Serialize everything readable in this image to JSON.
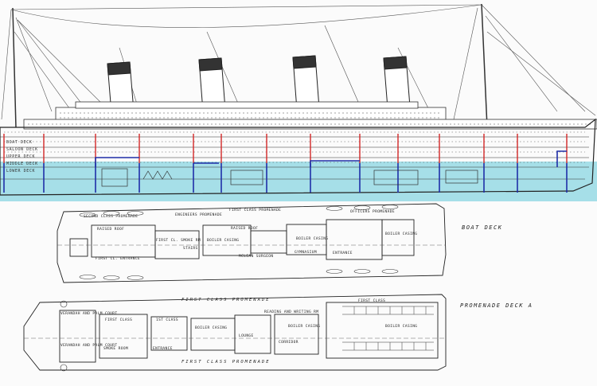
{
  "profile": {
    "deck_labels": [
      "BOAT DECK",
      "SALOON DECK",
      "UPPER DECK",
      "MIDDLE DECK",
      "LOWER DECK"
    ],
    "colors": {
      "waterline": "#a6dfe8",
      "bulkhead_above": "#d32626",
      "bulkhead_below": "#1f2ea8",
      "ink": "#2a2a2a"
    }
  },
  "boat_deck": {
    "title": "BOAT DECK",
    "promenade_labels": [
      "SECOND CLASS PROMENADE",
      "ENGINEERS PROMENADE",
      "FIRST CLASS PROMENADE",
      "OFFICERS PROMENADE"
    ],
    "room_labels": [
      "RAISED ROOF",
      "RAISED ROOF",
      "BOILER CASING",
      "BOILER CASING",
      "GYMNASIUM",
      "ENTRANCE",
      "FIRST CL. ENTRANCE",
      "MCLEAN SURGEON",
      "FIRST CL. SMOKE RM",
      "STAIRS",
      "BOILER CASING"
    ]
  },
  "promenade_deck": {
    "title": "PROMENADE DECK A",
    "promenade_labels": [
      "FIRST CLASS PROMENADE",
      "FIRST CLASS PROMENADE"
    ],
    "room_labels": [
      "SMOKE ROOM",
      "FIRST CLASS",
      "ENTRANCE",
      "1ST CLASS",
      "BOILER CASING",
      "BOILER CASING",
      "READING AND WRITING RM",
      "LOUNGE",
      "FIRST CLASS",
      "BOILER CASING",
      "VERANDAH AND PALM COURT",
      "VERANDAH AND PALM COURT",
      "CORRIDOR"
    ]
  }
}
